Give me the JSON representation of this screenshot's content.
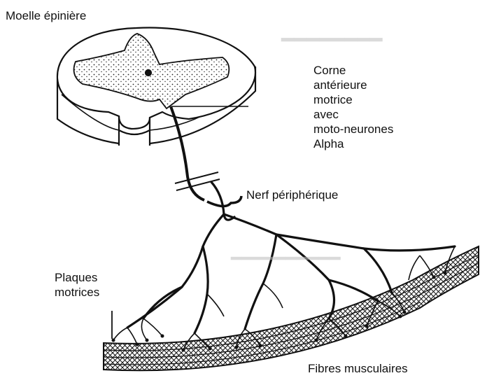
{
  "labels": {
    "spinal_cord": "Moelle épinière",
    "anterior_horn": [
      "Corne",
      "antérieure",
      "motrice",
      "avec",
      "moto-neurones",
      "Alpha"
    ],
    "peripheral_nerve": "Nerf périphérique",
    "motor_plates": [
      "Plaques",
      "motrices"
    ],
    "muscle_fibers": "Fibres musculaires"
  },
  "colors": {
    "ink": "#111111",
    "background": "#ffffff",
    "bleed": "#bcbcbc"
  }
}
